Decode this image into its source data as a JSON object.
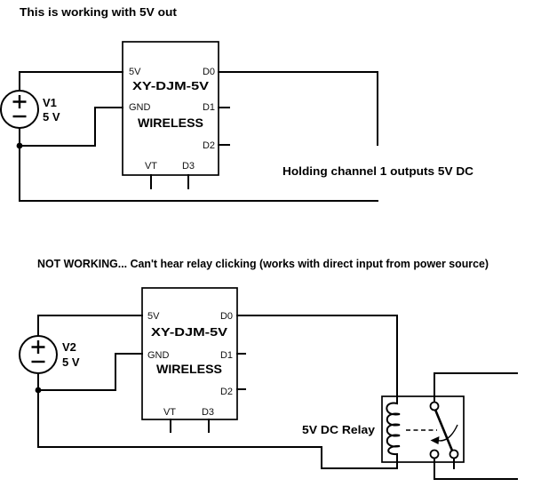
{
  "image": {
    "background": "#ffffff",
    "ink": "#000000"
  },
  "top": {
    "title": "This is working with 5V out",
    "annotation": "Holding channel 1 outputs 5V DC",
    "source": {
      "name": "V1",
      "voltage": "5 V"
    },
    "module": {
      "name": "XY-DJM-5V",
      "subtitle": "WIRELESS",
      "pins": {
        "p5v": "5V",
        "gnd": "GND",
        "vt": "VT",
        "d0": "D0",
        "d1": "D1",
        "d2": "D2",
        "d3": "D3"
      }
    }
  },
  "bottom": {
    "title": "NOT WORKING... Can't hear relay clicking (works with direct input from power source)",
    "relay_label": "5V DC Relay",
    "source": {
      "name": "V2",
      "voltage": "5 V"
    },
    "module": {
      "name": "XY-DJM-5V",
      "subtitle": "WIRELESS",
      "pins": {
        "p5v": "5V",
        "gnd": "GND",
        "vt": "VT",
        "d0": "D0",
        "d1": "D1",
        "d2": "D2",
        "d3": "D3"
      }
    }
  }
}
